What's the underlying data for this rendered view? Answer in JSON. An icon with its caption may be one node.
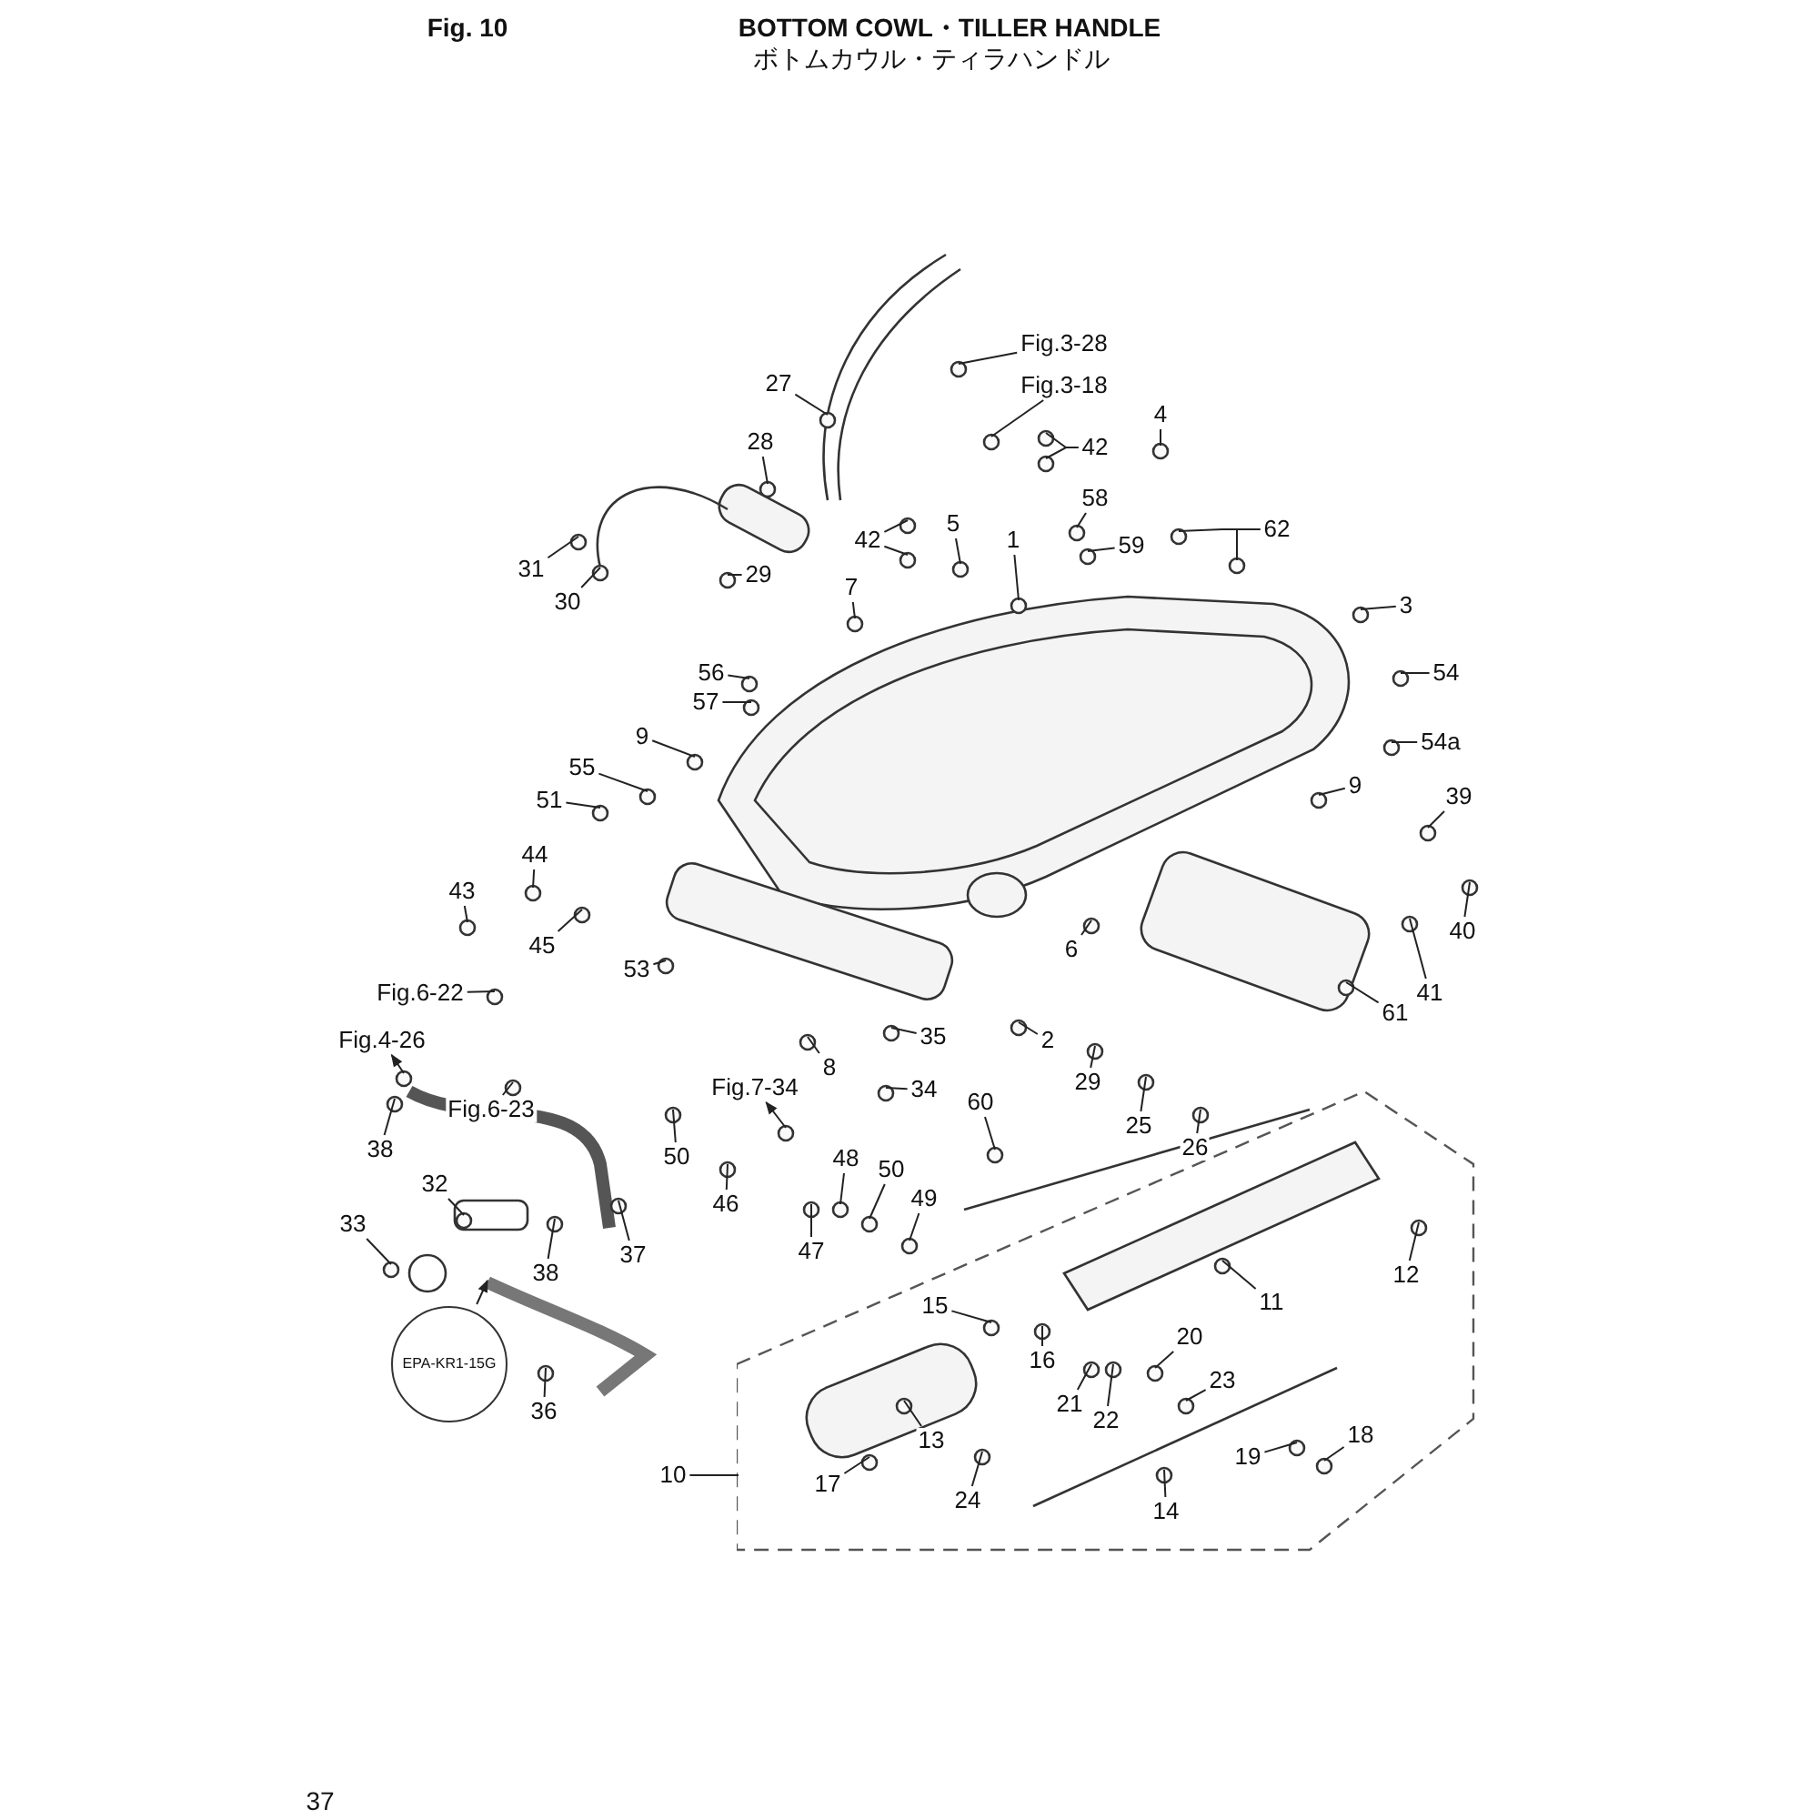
{
  "diagram": {
    "title": "BOTTOM COWL・TILLER HANDLE",
    "nodes": [
      {
        "text": [
          "Fig.3-28"
        ]
      },
      {
        "text": [
          "Fig.3-18"
        ]
      },
      {
        "text": [
          "27"
        ]
      },
      {
        "text": [
          "4"
        ]
      },
      {
        "text": [
          "28"
        ]
      },
      {
        "text": [
          "42"
        ]
      },
      {
        "text": [
          "58"
        ]
      },
      {
        "text": [
          "62"
        ]
      },
      {
        "text": [
          "42"
        ]
      },
      {
        "text": [
          "5"
        ]
      },
      {
        "text": [
          "1"
        ]
      },
      {
        "text": [
          "59"
        ]
      },
      {
        "text": [
          "31"
        ]
      },
      {
        "text": [
          "29"
        ]
      },
      {
        "text": [
          "7"
        ]
      },
      {
        "text": [
          "30"
        ]
      },
      {
        "text": [
          "3"
        ]
      },
      {
        "text": [
          "54"
        ]
      },
      {
        "text": [
          "56"
        ]
      },
      {
        "text": [
          "57"
        ]
      },
      {
        "text": [
          "9"
        ]
      },
      {
        "text": [
          "54a"
        ]
      },
      {
        "text": [
          "55"
        ]
      },
      {
        "text": [
          "9"
        ]
      },
      {
        "text": [
          "39"
        ]
      },
      {
        "text": [
          "51"
        ]
      },
      {
        "text": [
          "44"
        ]
      },
      {
        "text": [
          "43"
        ]
      },
      {
        "text": [
          "40"
        ]
      },
      {
        "text": [
          "45"
        ]
      },
      {
        "text": [
          "6"
        ]
      },
      {
        "text": [
          "53"
        ]
      },
      {
        "text": [
          "41"
        ]
      },
      {
        "text": [
          "Fig.6-22"
        ]
      },
      {
        "text": [
          "61"
        ]
      },
      {
        "text": [
          "2"
        ]
      },
      {
        "text": [
          "35"
        ]
      },
      {
        "text": [
          "Fig.4-26"
        ]
      },
      {
        "text": [
          "8"
        ]
      },
      {
        "text": [
          "29"
        ]
      },
      {
        "text": [
          "Fig.7-34"
        ]
      },
      {
        "text": [
          "34"
        ]
      },
      {
        "text": [
          "60"
        ]
      },
      {
        "text": [
          "Fig.6-23"
        ]
      },
      {
        "text": [
          "25"
        ]
      },
      {
        "text": [
          "38"
        ]
      },
      {
        "text": [
          "26"
        ]
      },
      {
        "text": [
          "50"
        ]
      },
      {
        "text": [
          "48"
        ]
      },
      {
        "text": [
          "50"
        ]
      },
      {
        "text": [
          "32"
        ]
      },
      {
        "text": [
          "46"
        ]
      },
      {
        "text": [
          "49"
        ]
      },
      {
        "text": [
          "33"
        ]
      },
      {
        "text": [
          "47"
        ]
      },
      {
        "text": [
          "37"
        ]
      },
      {
        "text": [
          "38"
        ]
      },
      {
        "text": [],
        "shape": "box"
      },
      {
        "text": [
          "12"
        ],
        "in": 57
      },
      {
        "text": [
          "11"
        ],
        "in": 57
      },
      {
        "text": [
          "15"
        ],
        "in": 57
      },
      {
        "text": [
          "20"
        ],
        "in": 57
      },
      {
        "text": [
          "16"
        ],
        "in": 57
      },
      {
        "text": [
          "EPA-KR1-15G"
        ]
      },
      {
        "text": [
          "23"
        ],
        "in": 57
      },
      {
        "text": [
          "21"
        ],
        "in": 57
      },
      {
        "text": [
          "36"
        ]
      },
      {
        "text": [
          "22"
        ],
        "in": 57
      },
      {
        "text": [
          "18"
        ],
        "in": 57
      },
      {
        "text": [
          "13"
        ],
        "in": 57
      },
      {
        "text": [
          "19"
        ],
        "in": 57
      },
      {
        "text": [
          "10"
        ]
      },
      {
        "text": [
          "17"
        ],
        "in": 57
      },
      {
        "text": [
          "24"
        ],
        "in": 57
      },
      {
        "text": [
          "14"
        ],
        "in": 57
      }
    ],
    "edges": [
      {
        "from": 0,
        "to": null,
        "arrow": "none"
      },
      {
        "from": 1,
        "to": null,
        "arrow": "none"
      },
      {
        "from": 2,
        "to": null,
        "arrow": "none"
      },
      {
        "from": 3,
        "to": null,
        "arrow": "none"
      },
      {
        "from": 4,
        "to": null,
        "arrow": "none"
      },
      {
        "from": 5,
        "to": null,
        "arrow": "none"
      },
      {
        "from": 5,
        "to": null,
        "arrow": "none"
      },
      {
        "from": 6,
        "to": null,
        "arrow": "none"
      },
      {
        "from": 7,
        "to": null,
        "arrow": "none"
      },
      {
        "from": 7,
        "to": null,
        "arrow": "none"
      },
      {
        "from": 8,
        "to": null,
        "arrow": "none"
      },
      {
        "from": 8,
        "to": null,
        "arrow": "none"
      },
      {
        "from": 9,
        "to": null,
        "arrow": "none"
      },
      {
        "from": 10,
        "to": null,
        "arrow": "none"
      },
      {
        "from": 11,
        "to": null,
        "arrow": "none"
      },
      {
        "from": 12,
        "to": null,
        "arrow": "none"
      },
      {
        "from": 13,
        "to": null,
        "arrow": "none"
      },
      {
        "from": 14,
        "to": null,
        "arrow": "none"
      },
      {
        "from": 15,
        "to": null,
        "arrow": "none"
      },
      {
        "from": 16,
        "to": null,
        "arrow": "none"
      },
      {
        "from": 17,
        "to": null,
        "arrow": "none"
      },
      {
        "from": 18,
        "to": null,
        "arrow": "none"
      },
      {
        "from": 19,
        "to": null,
        "arrow": "none"
      },
      {
        "from": 20,
        "to": null,
        "arrow": "none"
      },
      {
        "from": 21,
        "to": null,
        "arrow": "none"
      },
      {
        "from": 22,
        "to": null,
        "arrow": "none"
      },
      {
        "from": 23,
        "to": null,
        "arrow": "none"
      },
      {
        "from": 24,
        "to": null,
        "arrow": "none"
      },
      {
        "from": 25,
        "to": null,
        "arrow": "none"
      },
      {
        "from": 26,
        "to": null,
        "arrow": "none"
      },
      {
        "from": 27,
        "to": null,
        "arrow": "none"
      },
      {
        "from": 28,
        "to": null,
        "arrow": "none"
      },
      {
        "from": 29,
        "to": null,
        "arrow": "none"
      },
      {
        "from": 30,
        "to": null,
        "arrow": "none"
      },
      {
        "from": 31,
        "to": null,
        "arrow": "none"
      },
      {
        "from": 32,
        "to": null,
        "arrow": "none"
      },
      {
        "from": 33,
        "to": null,
        "arrow": "none"
      },
      {
        "from": 34,
        "to": null,
        "arrow": "none"
      },
      {
        "from": 35,
        "to": null,
        "arrow": "none"
      },
      {
        "from": 36,
        "to": null,
        "arrow": "none"
      },
      {
        "from": null,
        "to": 37,
        "arrow": "to"
      },
      {
        "from": 38,
        "to": null,
        "arrow": "none"
      },
      {
        "from": 39,
        "to": null,
        "arrow": "none"
      },
      {
        "from": null,
        "to": 40,
        "arrow": "to"
      },
      {
        "from": 41,
        "to": null,
        "arrow": "none"
      },
      {
        "from": 42,
        "to": null,
        "arrow": "none"
      },
      {
        "from": 43,
        "to": null,
        "arrow": "none"
      },
      {
        "from": 44,
        "to": null,
        "arrow": "none"
      },
      {
        "from": 45,
        "to": null,
        "arrow": "none"
      },
      {
        "from": 46,
        "to": null,
        "arrow": "none"
      },
      {
        "from": 47,
        "to": null,
        "arrow": "none"
      },
      {
        "from": 48,
        "to": null,
        "arrow": "none"
      },
      {
        "from": 49,
        "to": null,
        "arrow": "none"
      },
      {
        "from": 50,
        "to": null,
        "arrow": "none"
      },
      {
        "from": 51,
        "to": null,
        "arrow": "none"
      },
      {
        "from": 52,
        "to": null,
        "arrow": "none"
      },
      {
        "from": 53,
        "to": null,
        "arrow": "none"
      },
      {
        "from": 54,
        "to": null,
        "arrow": "none"
      },
      {
        "from": 55,
        "to": null,
        "arrow": "none"
      },
      {
        "from": 56,
        "to": null,
        "arrow": "none"
      },
      {
        "from": 58,
        "to": null,
        "arrow": "none"
      },
      {
        "from": 59,
        "to": null,
        "arrow": "none"
      },
      {
        "from": 60,
        "to": null,
        "arrow": "none"
      },
      {
        "from": 61,
        "to": null,
        "arrow": "none"
      },
      {
        "from": 62,
        "to": null,
        "arrow": "none"
      },
      {
        "from": 63,
        "to": null,
        "arrow": "to"
      },
      {
        "from": 64,
        "to": null,
        "arrow": "none"
      },
      {
        "from": 65,
        "to": null,
        "arrow": "none"
      },
      {
        "from": 66,
        "to": null,
        "arrow": "none"
      },
      {
        "from": 67,
        "to": null,
        "arrow": "none"
      },
      {
        "from": 68,
        "to": null,
        "arrow": "none"
      },
      {
        "from": 69,
        "to": null,
        "arrow": "none"
      },
      {
        "from": 70,
        "to": null,
        "arrow": "none"
      },
      {
        "from": 71,
        "to": 57,
        "arrow": "none"
      },
      {
        "from": 72,
        "to": null,
        "arrow": "none"
      },
      {
        "from": 73,
        "to": null,
        "arrow": "none"
      },
      {
        "from": 74,
        "to": null,
        "arrow": "none"
      }
    ],
    "labels": [
      "Fig. 10",
      "ボトムカウル・ティラハンドル",
      "37"
    ]
  }
}
